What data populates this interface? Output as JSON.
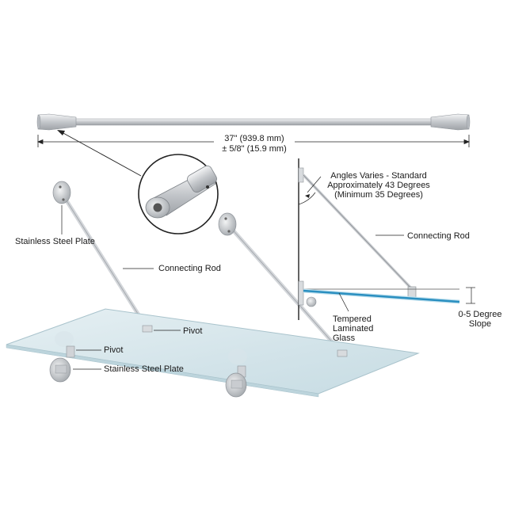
{
  "dimension": {
    "length": "37\" (939.8 mm)",
    "tolerance": "± 5/8\" (15.9 mm)"
  },
  "labels": {
    "plate_top": "Stainless Steel Plate",
    "rod_left": "Connecting Rod",
    "pivot_top": "Pivot",
    "pivot_bottom": "Pivot",
    "plate_bottom": "Stainless Steel Plate",
    "rod_side": "Connecting Rod",
    "glass_1": "Tempered",
    "glass_2": "Laminated",
    "glass_3": "Glass",
    "angle_1": "Angles Varies - Standard",
    "angle_2": "Approximately 43 Degrees",
    "angle_3": "(Minimum 35 Degrees)",
    "slope_1": "0-5 Degree",
    "slope_2": "Slope"
  },
  "colors": {
    "glass": "#dbe9ee",
    "glass_edge_blue": "#2a8fc0",
    "steel": "#c9ccd0",
    "line": "#222222"
  }
}
